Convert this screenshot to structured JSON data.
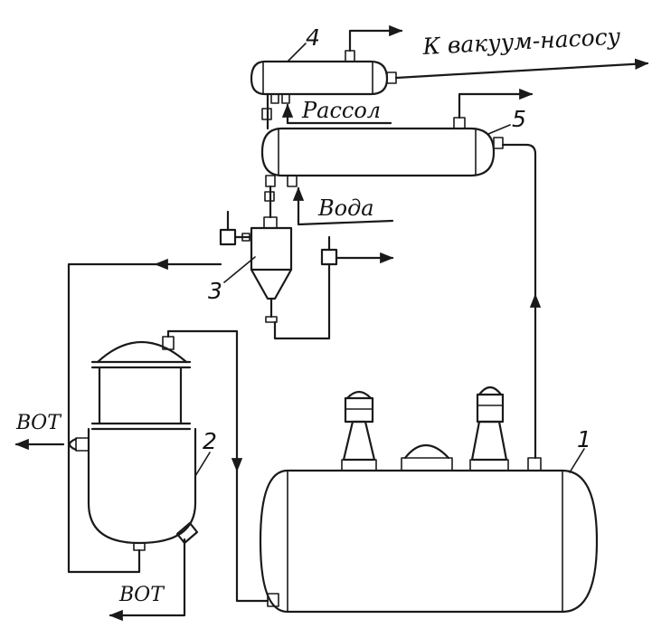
{
  "labels": {
    "vacuum_pump": "К вакуум-насосу",
    "brine": "Рассол",
    "water": "Вода",
    "vot_left": "ВОТ",
    "vot_bottom": "ВОТ"
  },
  "numbers": {
    "n1": "1",
    "n2": "2",
    "n3": "3",
    "n4": "4",
    "n5": "5"
  }
}
